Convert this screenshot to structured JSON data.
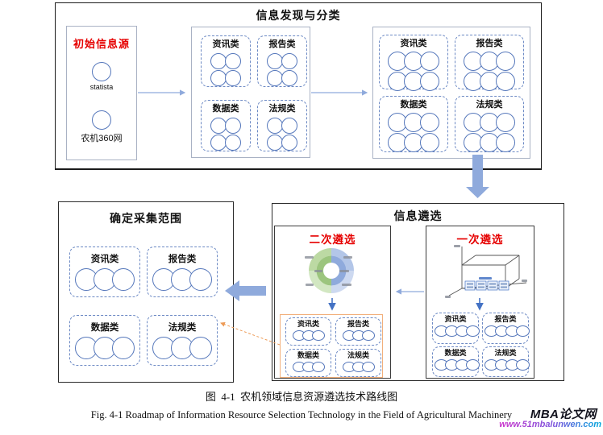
{
  "discovery": {
    "title": "信息发现与分类",
    "source_box": {
      "title": "初始信息源",
      "sources": [
        "statista",
        "农机360网"
      ]
    },
    "classified_box": {
      "categories": [
        "资讯类",
        "报告类",
        "数据类",
        "法规类"
      ],
      "circles_per_category": 4
    },
    "expanded_box": {
      "categories": [
        "资讯类",
        "报告类",
        "数据类",
        "法规类"
      ],
      "circles_per_category": 6
    }
  },
  "scope": {
    "title": "确定采集范围",
    "categories": [
      "资讯类",
      "报告类",
      "数据类",
      "法规类"
    ],
    "circles_per_category": 3
  },
  "selection": {
    "title": "信息遴选",
    "secondary": {
      "title": "二次遴选",
      "categories": [
        "资讯类",
        "报告类",
        "数据类",
        "法规类"
      ],
      "circles_per_category": 3
    },
    "primary": {
      "title": "一次遴选",
      "categories": [
        "资讯类",
        "报告类",
        "数据类",
        "法规类"
      ],
      "circles_per_category": 4
    }
  },
  "caption": {
    "zh": "图  4-1  农机领域信息资源遴选技术路线图",
    "en": "Fig. 4-1 Roadmap of Information Resource Selection Technology in the Field of Agricultural Machinery"
  },
  "watermark": {
    "site_name": "MBA论文网",
    "site_url": "www.51mbalunwen.com"
  },
  "colors": {
    "accent_red": "#e60000",
    "diagram_blue": "#5577bb",
    "arrow_blue": "#8faadc",
    "connector_orange": "#ed9b57",
    "donut_inner_left": "#9cc57e",
    "donut_inner_right": "#8faadc",
    "donut_outer_top_left": "#bcd9a3",
    "donut_outer_bottom_left": "#d2e7c2",
    "donut_outer_top_right": "#b3c6e8",
    "donut_outer_bottom_right": "#cdd9f0",
    "url_gradient_start": "#cc33cc",
    "url_gradient_end": "#00aadd"
  }
}
